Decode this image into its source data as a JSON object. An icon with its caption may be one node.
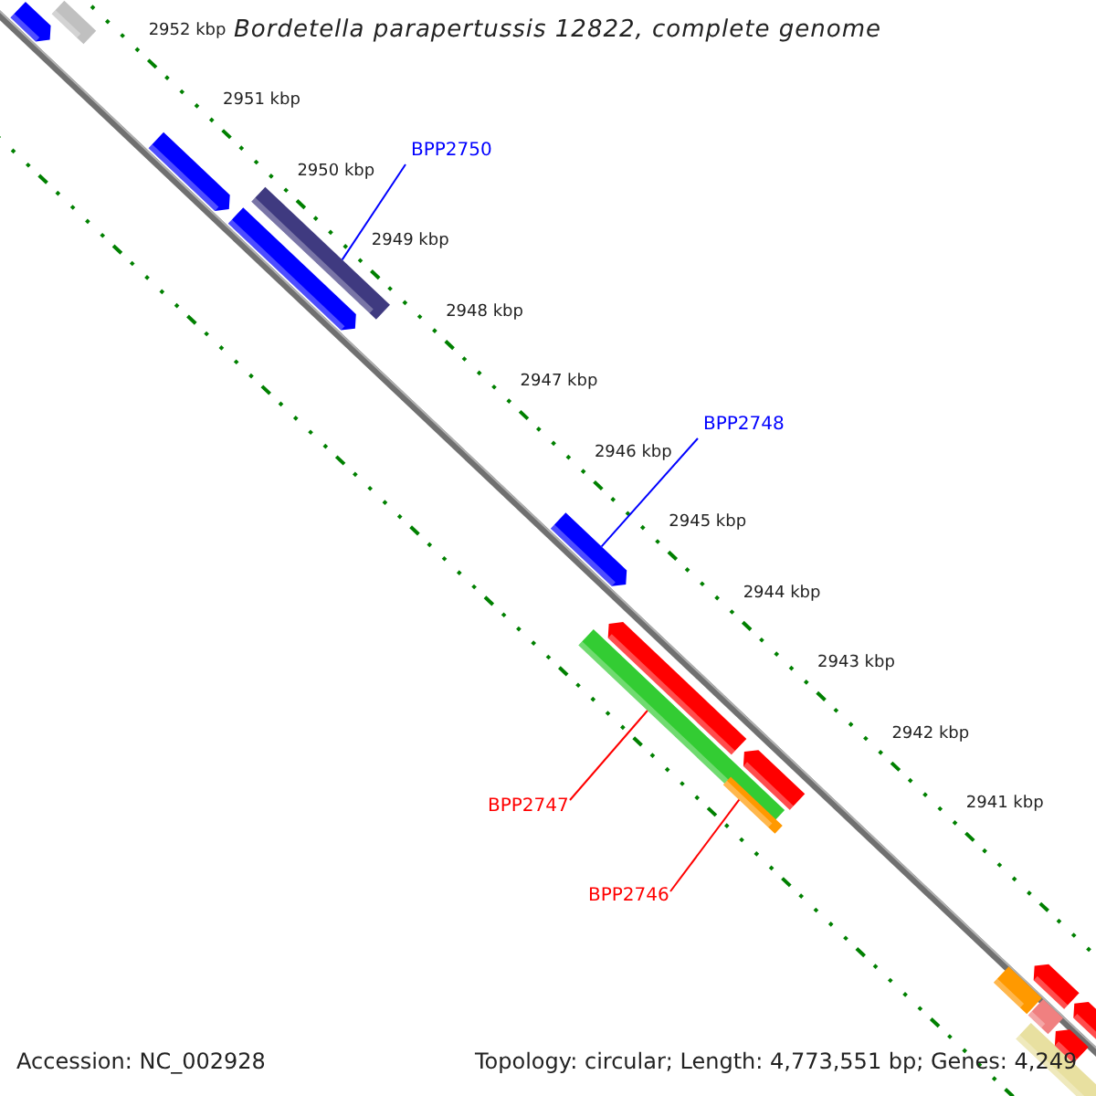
{
  "diagram": {
    "title": "Bordetella parapertussis 12822, complete genome",
    "nodes": [
      {
        "text": [],
        "shape": "bar"
      },
      {
        "text": [],
        "shape": "bar"
      },
      {
        "text": [],
        "shape": "bar"
      },
      {
        "text": [
          "BPP2750"
        ]
      },
      {
        "text": [],
        "shape": "bar"
      },
      {
        "text": [],
        "shape": "bar"
      },
      {
        "text": [
          "BPP2748"
        ]
      },
      {
        "text": [],
        "shape": "bar"
      },
      {
        "text": [],
        "shape": "bar"
      },
      {
        "text": [],
        "shape": "bar"
      },
      {
        "text": [],
        "shape": "bar"
      },
      {
        "text": [],
        "shape": "bar"
      },
      {
        "text": [
          "BPP2747"
        ]
      },
      {
        "text": [
          "BPP2746"
        ]
      },
      {
        "text": [],
        "shape": "bar"
      },
      {
        "text": [],
        "shape": "bar"
      },
      {
        "text": [],
        "shape": "bar"
      },
      {
        "text": [],
        "shape": "bar"
      },
      {
        "text": [],
        "shape": "bar"
      },
      {
        "text": [],
        "shape": "bar"
      }
    ],
    "edges": [
      {
        "from": 3,
        "to": 4,
        "arrow": "none",
        "color": "#0000ff"
      },
      {
        "from": 6,
        "to": 7,
        "arrow": "none",
        "color": "#0000ff"
      },
      {
        "from": 12,
        "to": 9,
        "arrow": "none",
        "color": "#ff0000"
      },
      {
        "from": 13,
        "to": 11,
        "arrow": "none",
        "color": "#ff0000"
      }
    ],
    "labels": [
      "2952 kbp",
      "2951 kbp",
      "2950 kbp",
      "2949 kbp",
      "2948 kbp",
      "2947 kbp",
      "2946 kbp",
      "2945 kbp",
      "2944 kbp",
      "2943 kbp",
      "2942 kbp",
      "2941 kbp",
      "Accession: NC_002928",
      "Topology: circular; Length: 4,773,551 bp; Genes: 4,249"
    ]
  }
}
